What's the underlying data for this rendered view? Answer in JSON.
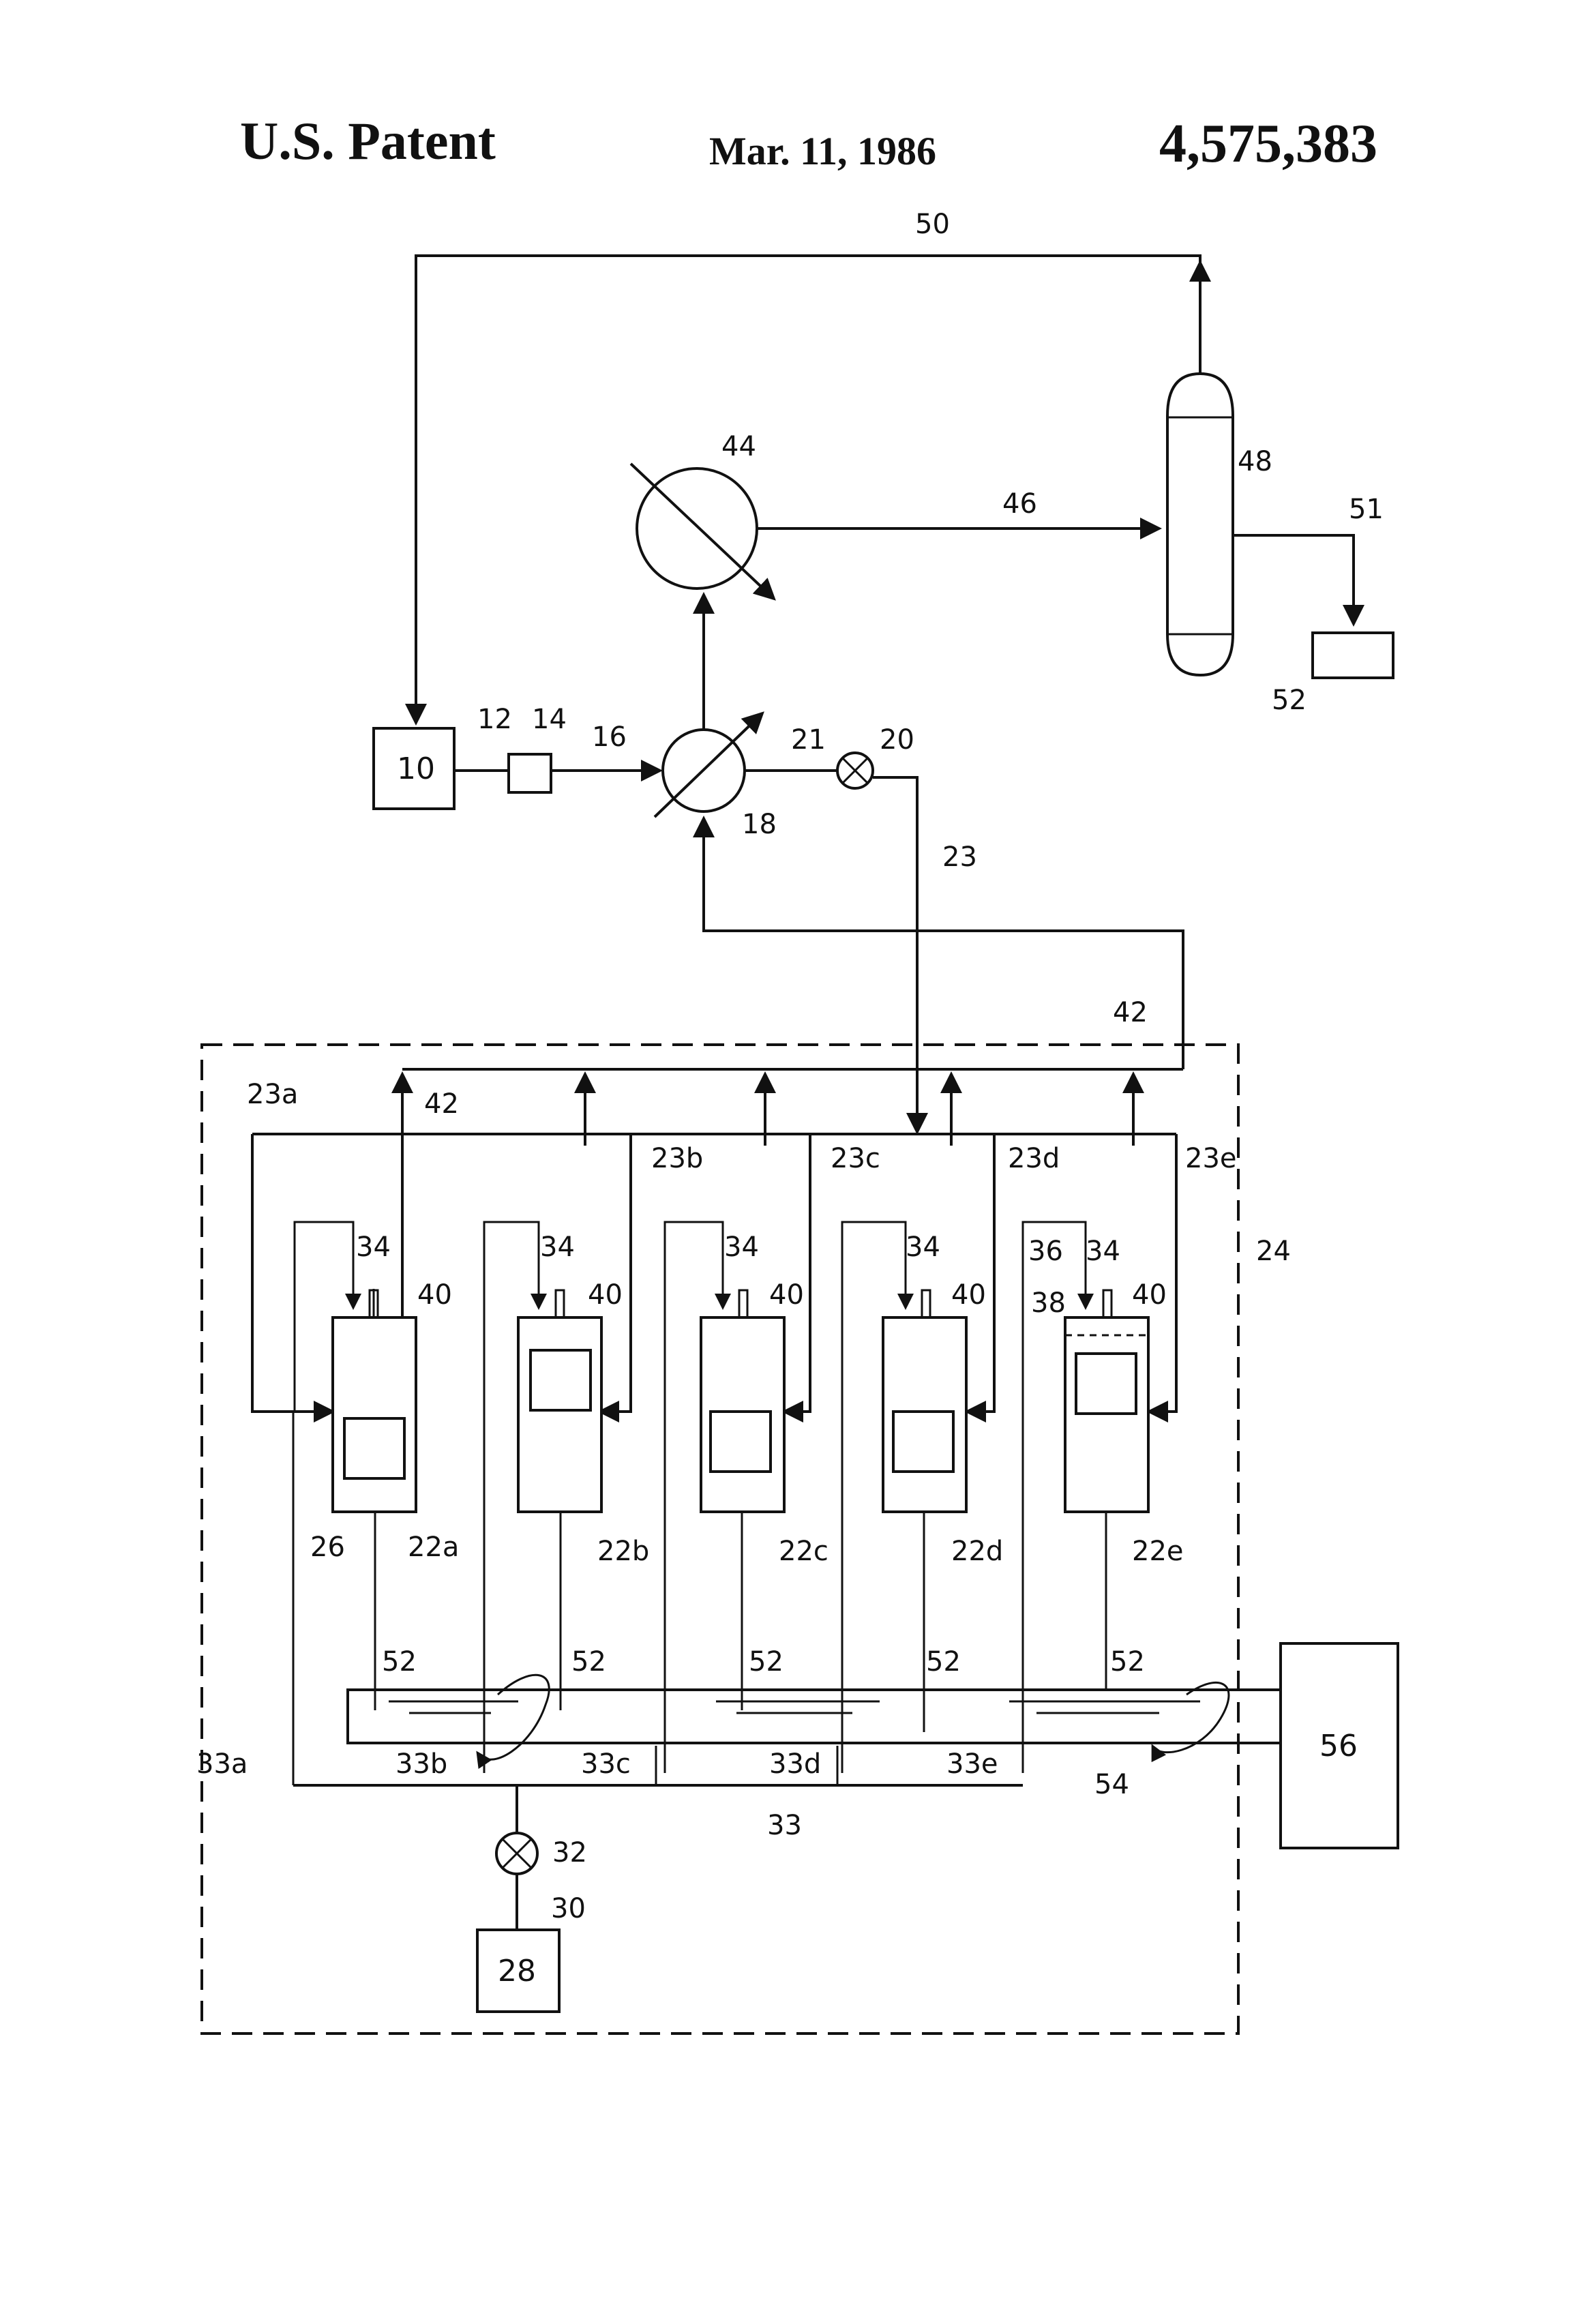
{
  "header": {
    "title": "U.S. Patent",
    "date": "Mar. 11, 1986",
    "number": "4,575,383"
  },
  "labels": {
    "l50": "50",
    "l44": "44",
    "l48": "48",
    "l46": "46",
    "l51": "51",
    "l52a": "52",
    "l10": "10",
    "l12": "12",
    "l14": "14",
    "l16": "16",
    "l21": "21",
    "l20": "20",
    "l18": "18",
    "l23": "23",
    "l42a": "42",
    "l42b": "42",
    "l23a": "23a",
    "l23b": "23b",
    "l23c": "23c",
    "l23d": "23d",
    "l23e": "23e",
    "l24": "24",
    "l36": "36",
    "l38": "38",
    "l34": [
      "34",
      "34",
      "34",
      "34",
      "34"
    ],
    "l40": [
      "40",
      "40",
      "40",
      "40",
      "40"
    ],
    "l26": "26",
    "l22": [
      "22a",
      "22b",
      "22c",
      "22d",
      "22e"
    ],
    "l52": [
      "52",
      "52",
      "52",
      "52",
      "52"
    ],
    "l33": [
      "33a",
      "33b",
      "33c",
      "33d",
      "33e"
    ],
    "l33main": "33",
    "l54": "54",
    "l56": "56",
    "l32": "32",
    "l30": "30",
    "l28": "28"
  }
}
